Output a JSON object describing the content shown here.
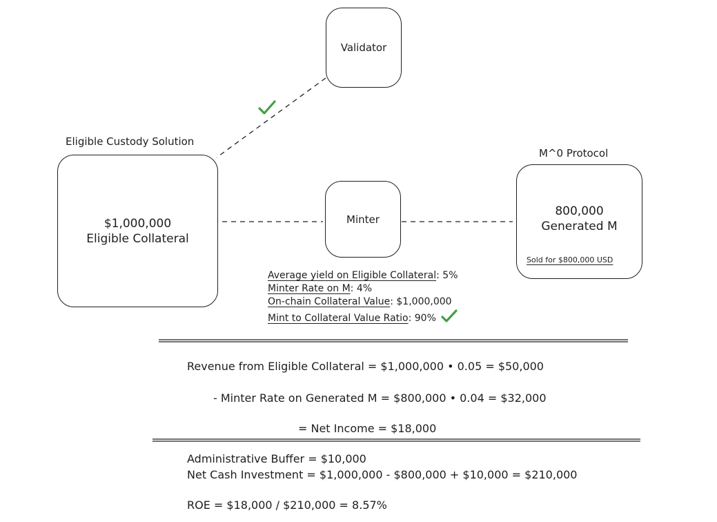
{
  "validator": {
    "label": "Validator"
  },
  "custody": {
    "title": "Eligible Custody Solution",
    "amount": "$1,000,000",
    "subtitle": "Eligible Collateral"
  },
  "minter": {
    "label": "Minter"
  },
  "protocol": {
    "title": "M^0 Protocol",
    "amount": "800,000",
    "subtitle": "Generated M",
    "sold_note": "Sold for $800,000 USD"
  },
  "stats": [
    {
      "key": "Average yield on Eligible Collateral",
      "value": ": 5%"
    },
    {
      "key": "Minter Rate on M",
      "value": ": 4%"
    },
    {
      "key": "On-chain Collateral Value",
      "value": ": $1,000,000"
    },
    {
      "key": "Mint to Collateral Value Ratio",
      "value": ": 90%"
    }
  ],
  "calc": {
    "revenue": "Revenue from Eligible Collateral = $1,000,000 • 0.05 = $50,000",
    "minter_rate": "- Minter Rate on Generated M = $800,000 • 0.04 = $32,000",
    "net_income": "= Net Income = $18,000",
    "admin_buffer": "Administrative Buffer = $10,000",
    "net_cash": "Net Cash Investment = $1,000,000 - $800,000 + $10,000 = $210,000",
    "roe": "ROE = $18,000 / $210,000 = 8.57%"
  },
  "colors": {
    "stroke": "#1e1e1e",
    "check": "#40a040"
  }
}
